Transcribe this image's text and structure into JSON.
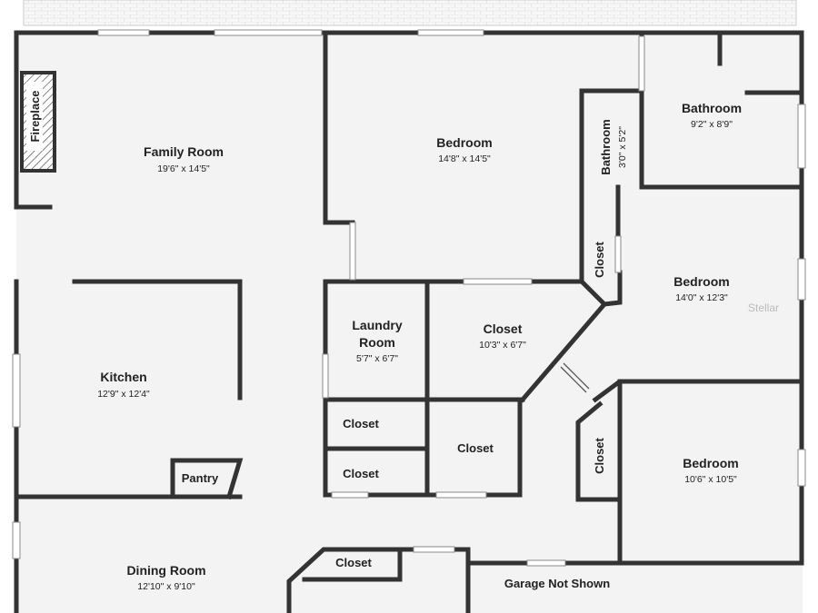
{
  "colors": {
    "floor": "#f3f3f3",
    "wall": "#333333",
    "fireplace_hatch": "#555555"
  },
  "rooms": {
    "family_room": {
      "name": "Family Room",
      "dims": "19'6\" x 14'5\""
    },
    "bedroom_1": {
      "name": "Bedroom",
      "dims": "14'8\" x 14'5\""
    },
    "bathroom_main": {
      "name": "Bathroom",
      "dims": "9'2\" x 8'9\""
    },
    "bathroom_small": {
      "name": "Bathroom",
      "dims": "3'0\" x 5'2\""
    },
    "bedroom_2": {
      "name": "Bedroom",
      "dims": "14'0\" x 12'3\""
    },
    "laundry": {
      "name_line1": "Laundry",
      "name_line2": "Room",
      "dims": "5'7\" x 6'7\""
    },
    "closet_large": {
      "name": "Closet",
      "dims": "10'3\" x 6'7\""
    },
    "kitchen": {
      "name": "Kitchen",
      "dims": "12'9\" x 12'4\""
    },
    "bedroom_3": {
      "name": "Bedroom",
      "dims": "10'6\" x 10'5\""
    },
    "dining_room": {
      "name": "Dining Room",
      "dims": "12'10\" x 9'10\""
    }
  },
  "labels": {
    "fireplace": "Fireplace",
    "pantry": "Pantry",
    "closet_bath": "Closet",
    "closet_upper_left": "Closet",
    "closet_lower_left": "Closet",
    "closet_center": "Closet",
    "closet_bedroom3": "Closet",
    "closet_entry": "Closet",
    "garage_note": "Garage Not Shown",
    "watermark": "Stellar"
  }
}
